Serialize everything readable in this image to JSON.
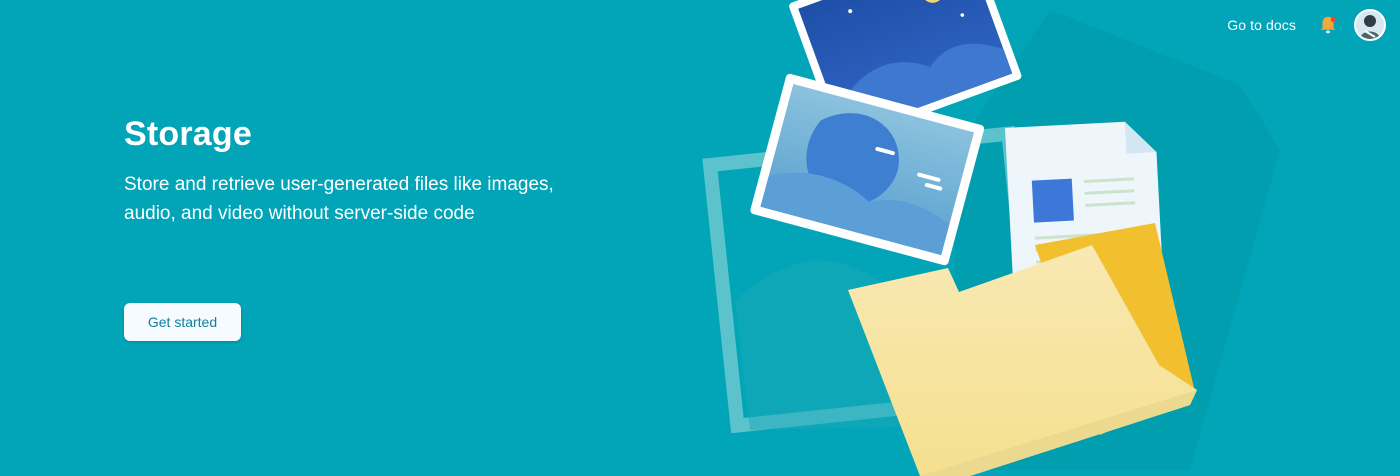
{
  "topbar": {
    "docs_label": "Go to docs",
    "bell_icon": "notification-bell-icon",
    "avatar_icon": "user-avatar-icon"
  },
  "hero": {
    "title": "Storage",
    "subtitle": "Store and retrieve user-generated files like images, audio, and video without server-side code",
    "cta_label": "Get started",
    "illustration": "storage-illustration"
  },
  "colors": {
    "background": "#01a5b7",
    "text": "#ffffff",
    "button_bg": "#f6fbff",
    "button_text": "#0f7fa0",
    "folder": "#f7e7a8",
    "folder_back": "#f1bd2d",
    "photo_blue": "#3b78d8",
    "photo_sky": "#7fb0da"
  }
}
